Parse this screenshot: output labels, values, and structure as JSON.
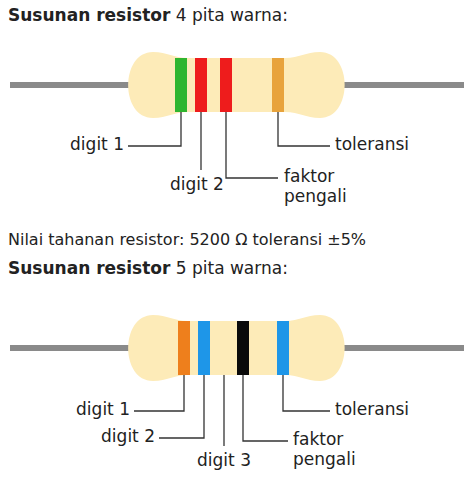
{
  "diagram": {
    "labels": [
      "Susunan resistor",
      "4 pita warna:",
      "digit 1",
      "digit 2",
      "faktor pengali",
      "toleransi",
      "Nilai tahanan resistor: 5200 Ω toleransi ±5%",
      "Susunan resistor",
      "5 pita warna:",
      "digit 1",
      "digit 2",
      "digit 3",
      "faktor pengali",
      "toleransi"
    ]
  }
}
